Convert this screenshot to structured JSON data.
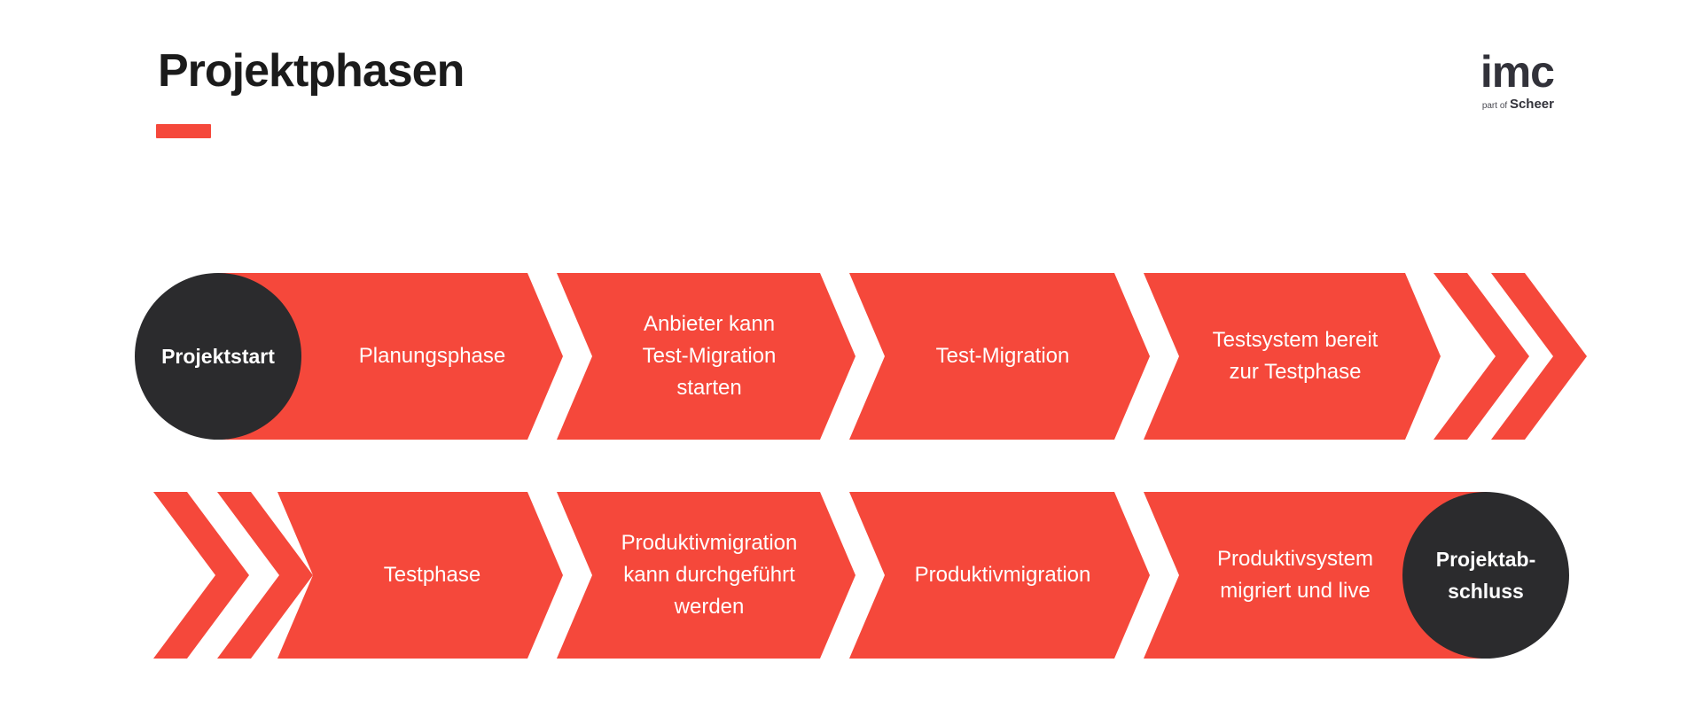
{
  "title": "Projektphasen",
  "logo": {
    "name": "imc",
    "sub_prefix": "part of",
    "sub_brand": "Scheer"
  },
  "colors": {
    "accent_red": "#F5483B",
    "node_dark": "#2B2B2D",
    "title_dark": "#1B1B1B",
    "logo_dark": "#32323A"
  },
  "start_node": {
    "label": "Projektstart"
  },
  "end_node": {
    "label": [
      "Projektab-",
      "schluss"
    ]
  },
  "rows": [
    {
      "phases": [
        {
          "label": [
            "Planungsphase"
          ]
        },
        {
          "label": [
            "Anbieter kann",
            "Test-Migration",
            "starten"
          ]
        },
        {
          "label": [
            "Test-Migration"
          ]
        },
        {
          "label": [
            "Testsystem bereit",
            "zur Testphase"
          ]
        }
      ]
    },
    {
      "phases": [
        {
          "label": [
            "Testphase"
          ]
        },
        {
          "label": [
            "Produktivmigration",
            "kann durchgeführt",
            "werden"
          ]
        },
        {
          "label": [
            "Produktivmigration"
          ]
        },
        {
          "label": [
            "Produktivsystem",
            "migriert und live"
          ]
        }
      ]
    }
  ]
}
